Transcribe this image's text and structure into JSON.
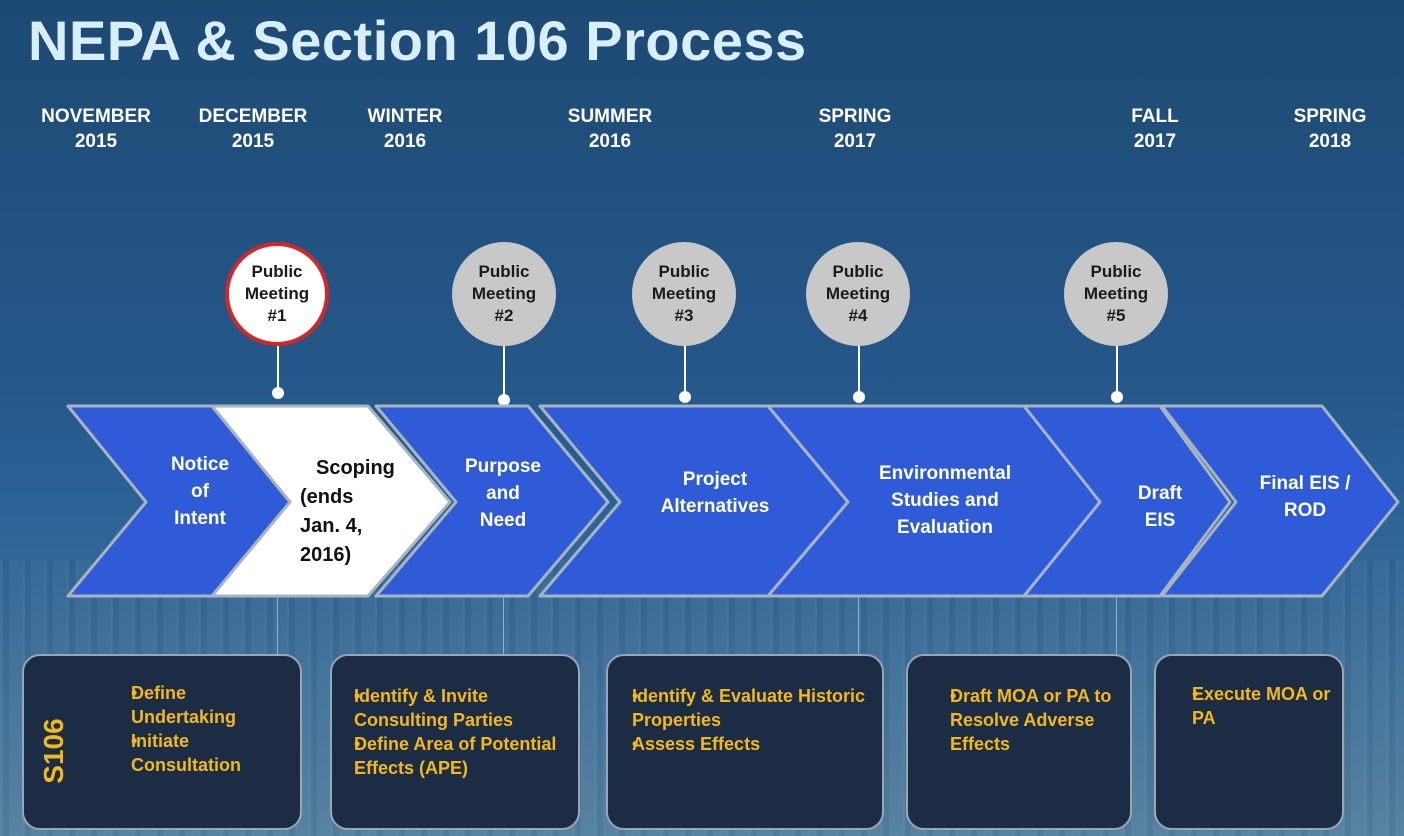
{
  "title": "NEPA & Section 106 Process",
  "dates": [
    {
      "line1": "NOVEMBER",
      "line2": "2015"
    },
    {
      "line1": "DECEMBER",
      "line2": "2015"
    },
    {
      "line1": "WINTER",
      "line2": "2016"
    },
    {
      "line1": "SUMMER",
      "line2": "2016"
    },
    {
      "line1": "SPRING",
      "line2": "2017"
    },
    {
      "line1": "FALL",
      "line2": "2017"
    },
    {
      "line1": "SPRING",
      "line2": "2018"
    }
  ],
  "meetings": [
    {
      "line1": "Public",
      "line2": "Meeting",
      "line3": "#1",
      "current": true
    },
    {
      "line1": "Public",
      "line2": "Meeting",
      "line3": "#2",
      "current": false
    },
    {
      "line1": "Public",
      "line2": "Meeting",
      "line3": "#3",
      "current": false
    },
    {
      "line1": "Public",
      "line2": "Meeting",
      "line3": "#4",
      "current": false
    },
    {
      "line1": "Public",
      "line2": "Meeting",
      "line3": "#5",
      "current": false
    }
  ],
  "stages": [
    {
      "lines": [
        "Notice",
        "of",
        "Intent"
      ]
    },
    {
      "lines": [
        "Scoping",
        "(ends",
        "Jan. 4,",
        "2016)"
      ],
      "current": true
    },
    {
      "lines": [
        "Purpose",
        "and",
        "Need"
      ]
    },
    {
      "lines": [
        "Project",
        "Alternatives"
      ]
    },
    {
      "lines": [
        "Environmental",
        "Studies and",
        "Evaluation"
      ]
    },
    {
      "lines": [
        "Draft",
        "EIS"
      ]
    },
    {
      "lines": [
        "Final EIS /",
        "ROD"
      ]
    }
  ],
  "section106": {
    "label": "S106",
    "boxes": [
      {
        "items": [
          "Define Undertaking",
          "Initiate Consultation"
        ]
      },
      {
        "items": [
          "Identify & Invite Consulting Parties",
          "Define Area of Potential Effects (APE)"
        ]
      },
      {
        "items": [
          "Identify & Evaluate Historic Properties",
          "Assess Effects"
        ]
      },
      {
        "items": [
          "Draft MOA or PA to Resolve Adverse Effects"
        ]
      },
      {
        "items": [
          "Execute MOA or PA"
        ]
      }
    ]
  },
  "colors": {
    "chevron_fill": "#2f5bd8",
    "chevron_current": "#ffffff",
    "meeting_fill": "#c8c8c8",
    "meeting_current_border": "#d42626",
    "bullet_text": "#f2b81c",
    "box_fill": "#1b2c44"
  }
}
